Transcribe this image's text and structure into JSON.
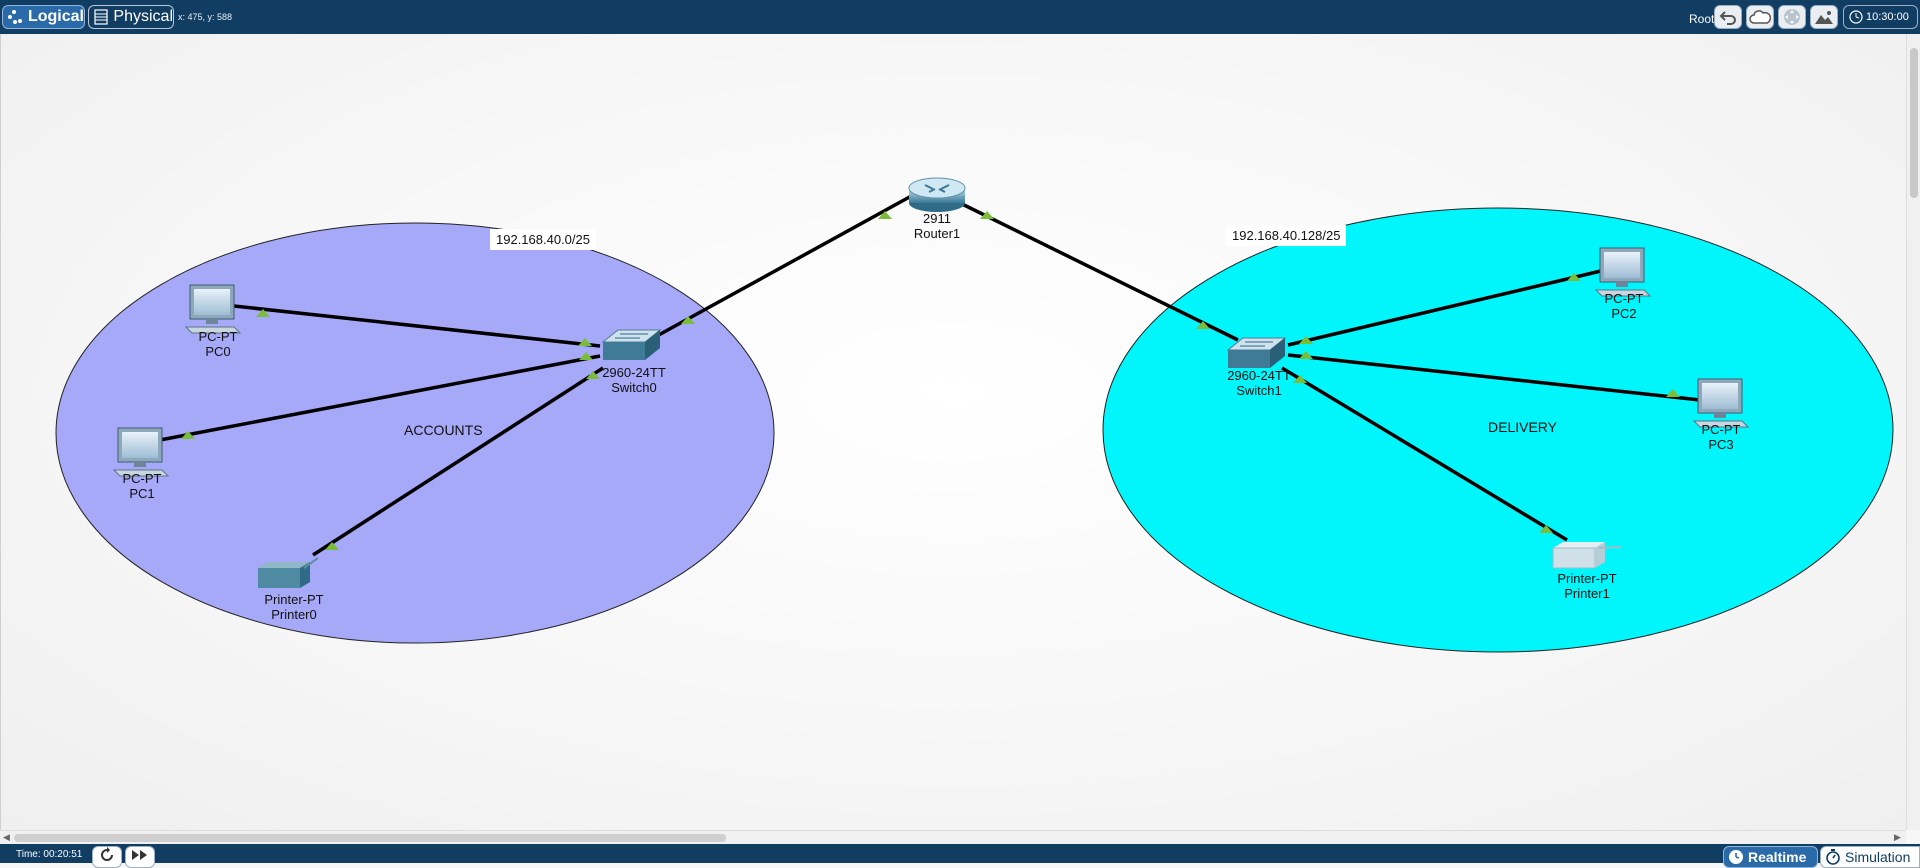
{
  "topbar": {
    "logical_label": "Logical",
    "physical_label": "Physical",
    "coordinates": "x: 475, y: 588",
    "root_label": "Root",
    "clock": "10:30:00",
    "icons": [
      "back-icon",
      "cloud-icon",
      "move-icon",
      "background-image-icon",
      "viewport-icon"
    ]
  },
  "network": {
    "areas": {
      "accounts": {
        "label": "ACCOUNTS",
        "fill": "#a6a8f8",
        "subnet": "192.168.40.0/25"
      },
      "delivery": {
        "label": "DELIVERY",
        "fill": "#00f6fb",
        "subnet": "192.168.40.128/25"
      }
    },
    "devices": {
      "router1": {
        "model": "2911",
        "name": "Router1"
      },
      "switch0": {
        "model": "2960-24TT",
        "name": "Switch0"
      },
      "switch1": {
        "model": "2960-24TT",
        "name": "Switch1"
      },
      "pc0": {
        "model": "PC-PT",
        "name": "PC0"
      },
      "pc1": {
        "model": "PC-PT",
        "name": "PC1"
      },
      "pc2": {
        "model": "PC-PT",
        "name": "PC2"
      },
      "pc3": {
        "model": "PC-PT",
        "name": "PC3"
      },
      "printer0": {
        "model": "Printer-PT",
        "name": "Printer0"
      },
      "printer1": {
        "model": "Printer-PT",
        "name": "Printer1"
      }
    },
    "link_status_color": "#7bbd3b"
  },
  "bottombar": {
    "time": "Time: 00:20:51",
    "realtime_label": "Realtime",
    "simulation_label": "Simulation"
  }
}
